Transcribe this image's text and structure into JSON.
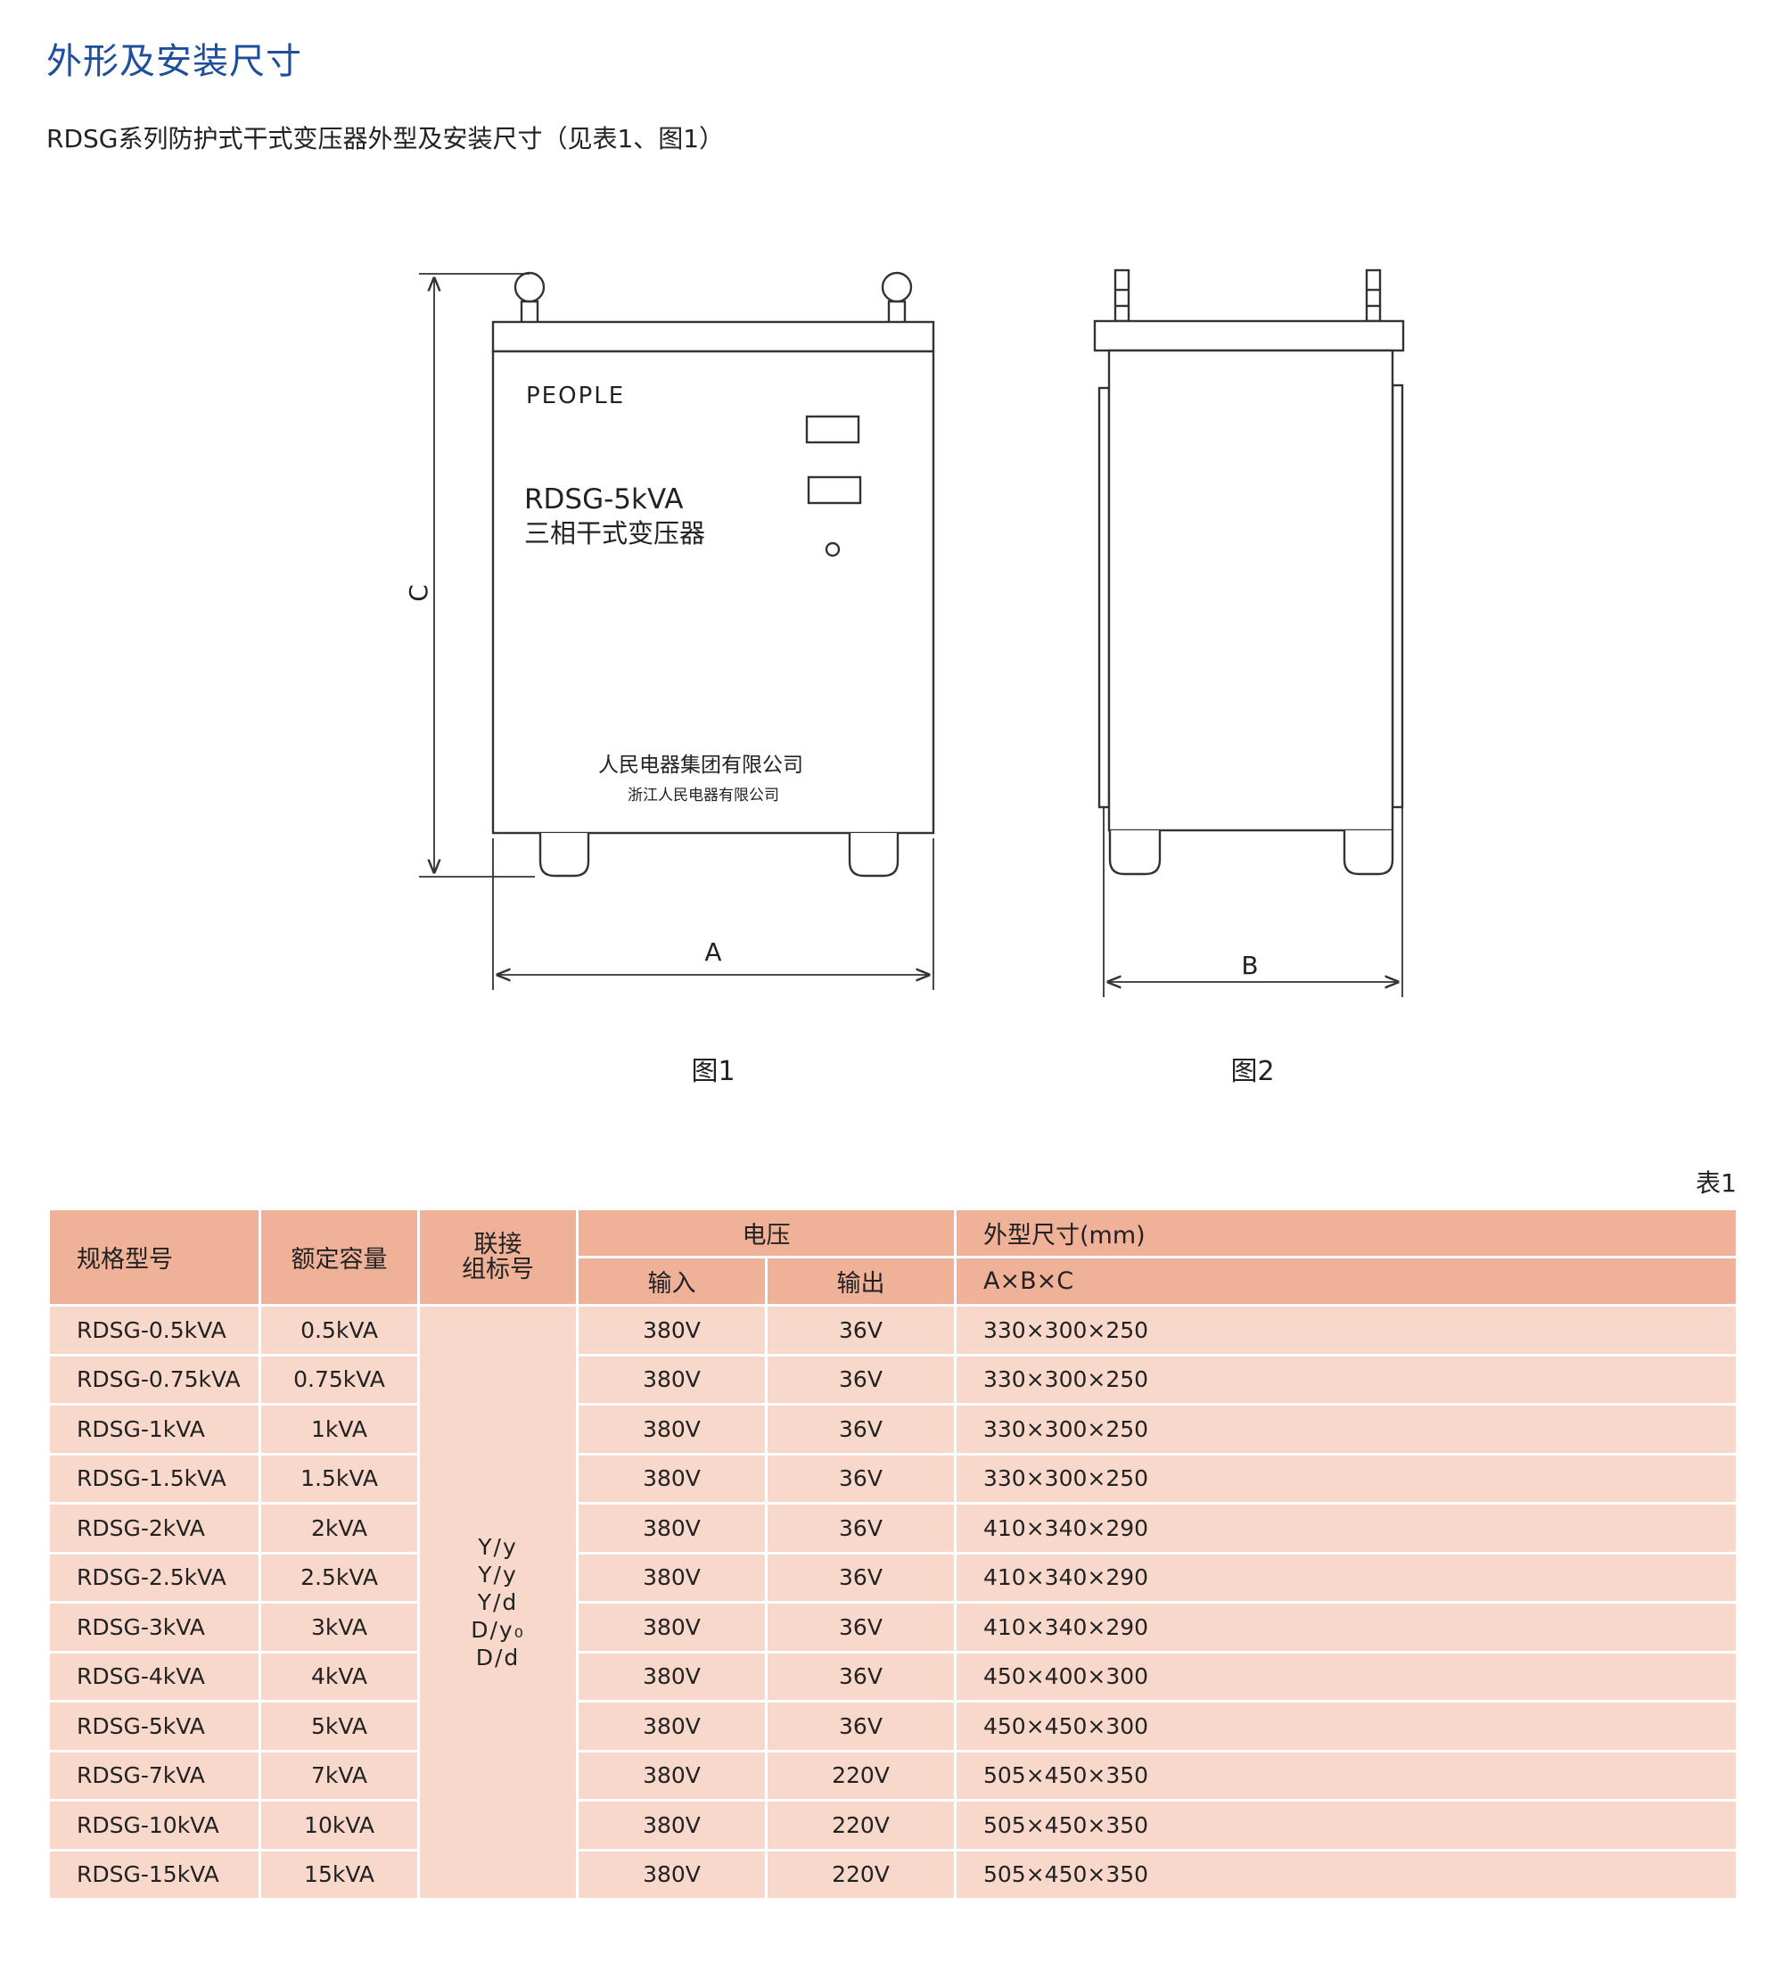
{
  "page": {
    "section_title": "外形及安装尺寸",
    "subtitle": "RDSG系列防护式干式变压器外型及安装尺寸（见表1、图1）"
  },
  "figures": {
    "front_panel": {
      "brand": "PEOPLE",
      "model": "RDSG-5kVA",
      "product_name": "三相干式变压器",
      "company": "人民电器集团有限公司",
      "company_sub": "浙江人民电器有限公司"
    },
    "dim_a": "A",
    "dim_b": "B",
    "dim_c": "C",
    "caption_1": "图1",
    "caption_2": "图2"
  },
  "table": {
    "caption": "表1",
    "headers": {
      "model": "规格型号",
      "capacity": "额定容量",
      "connection_line1": "联接",
      "connection_line2": "组标号",
      "voltage": "电压",
      "input": "输入",
      "output": "输出",
      "dimensions": "外型尺寸(mm)",
      "dimensions_sub": "A×B×C"
    },
    "connection_groups": [
      "Y/y",
      "Y/y",
      "Y/d",
      "D/y₀",
      "D/d"
    ],
    "rows": [
      {
        "model": "RDSG-0.5kVA",
        "capacity": "0.5kVA",
        "input": "380V",
        "output": "36V",
        "dims": "330×300×250"
      },
      {
        "model": "RDSG-0.75kVA",
        "capacity": "0.75kVA",
        "input": "380V",
        "output": "36V",
        "dims": "330×300×250"
      },
      {
        "model": "RDSG-1kVA",
        "capacity": "1kVA",
        "input": "380V",
        "output": "36V",
        "dims": "330×300×250"
      },
      {
        "model": "RDSG-1.5kVA",
        "capacity": "1.5kVA",
        "input": "380V",
        "output": "36V",
        "dims": "330×300×250"
      },
      {
        "model": "RDSG-2kVA",
        "capacity": "2kVA",
        "input": "380V",
        "output": "36V",
        "dims": "410×340×290"
      },
      {
        "model": "RDSG-2.5kVA",
        "capacity": "2.5kVA",
        "input": "380V",
        "output": "36V",
        "dims": "410×340×290"
      },
      {
        "model": "RDSG-3kVA",
        "capacity": "3kVA",
        "input": "380V",
        "output": "36V",
        "dims": "410×340×290"
      },
      {
        "model": "RDSG-4kVA",
        "capacity": "4kVA",
        "input": "380V",
        "output": "36V",
        "dims": "450×400×300"
      },
      {
        "model": "RDSG-5kVA",
        "capacity": "5kVA",
        "input": "380V",
        "output": "36V",
        "dims": "450×450×300"
      },
      {
        "model": "RDSG-7kVA",
        "capacity": "7kVA",
        "input": "380V",
        "output": "220V",
        "dims": "505×450×350"
      },
      {
        "model": "RDSG-10kVA",
        "capacity": "10kVA",
        "input": "380V",
        "output": "220V",
        "dims": "505×450×350"
      },
      {
        "model": "RDSG-15kVA",
        "capacity": "15kVA",
        "input": "380V",
        "output": "220V",
        "dims": "505×450×350"
      }
    ]
  },
  "colors": {
    "title_blue": "#1f4e9c",
    "header_bg": "#efb299",
    "cell_bg": "#f8d8ca"
  }
}
